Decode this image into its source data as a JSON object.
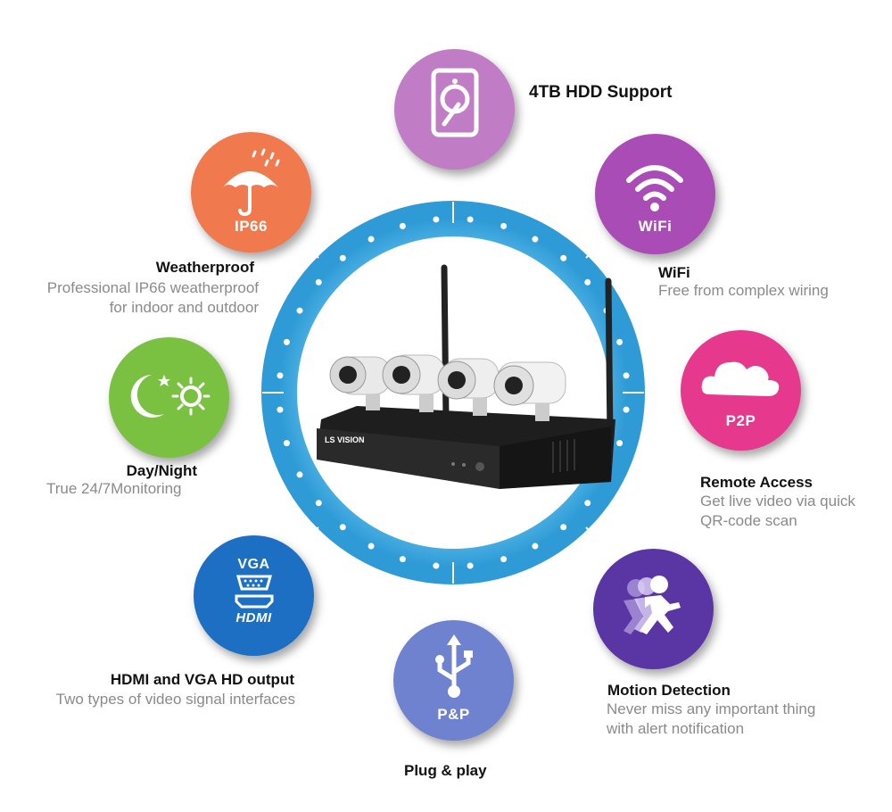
{
  "features": {
    "hdd": {
      "title": "4TB HDD Support"
    },
    "wifi": {
      "icon_label": "WiFi",
      "title": "WiFi",
      "desc": "Free from complex wiring"
    },
    "p2p": {
      "icon_label": "P2P",
      "title": "Remote Access",
      "desc_line1": "Get live video via quick",
      "desc_line2": "QR-code scan"
    },
    "motion": {
      "title": "Motion Detection",
      "desc_line1": "Never miss any important thing",
      "desc_line2": "with alert notification"
    },
    "plug": {
      "icon_label": "P&P",
      "title": "Plug & play"
    },
    "hdmi": {
      "icon_label_top": "VGA",
      "icon_label_bottom": "HDMI",
      "title": "HDMI and VGA HD output",
      "desc": "Two types of video signal interfaces"
    },
    "daynight": {
      "title": "Day/Night",
      "desc": "True 24/7Monitoring"
    },
    "weather": {
      "icon_label": "IP66",
      "title": "Weatherproof",
      "desc_line1": "Professional IP66 weatherproof",
      "desc_line2": "for indoor and outdoor"
    }
  },
  "product": {
    "brand": "LS VISION"
  },
  "colors": {
    "ring": "#3aa8df",
    "hdd": "#c07cc4",
    "wifi": "#a94cb6",
    "p2p": "#e6398e",
    "motion": "#5a36a4",
    "plug": "#6e82cf",
    "hdmi": "#1d6fc3",
    "daynight": "#7ac142",
    "weather": "#f07a4e"
  }
}
